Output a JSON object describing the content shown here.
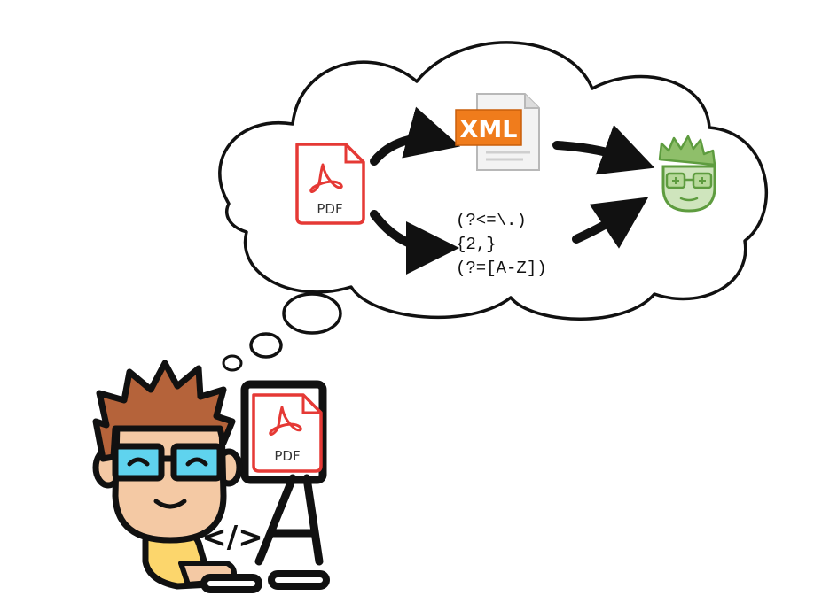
{
  "colors": {
    "pdf_red": "#e53935",
    "xml_orange": "#f07c1c",
    "skin": "#f4c9a4",
    "hair": "#b5633a",
    "glasses_lens": "#5fd3ee",
    "shirt": "#fcd66c",
    "reader_green": "#5e9c3f",
    "outline": "#111111"
  },
  "icons": {
    "pdf_doc": "pdf-document-icon",
    "xml_doc": "xml-document-icon",
    "reader": "reader-face-icon",
    "developer": "developer-avatar-icon",
    "monitor": "computer-monitor-icon",
    "code": "code-brackets-icon"
  },
  "labels": {
    "pdf_cloud": "PDF",
    "xml": "XML",
    "pdf_monitor": "PDF",
    "code_symbol": "</>"
  },
  "regex_lines": [
    "(?<=\\.)",
    "{2,}",
    "(?=[A-Z])"
  ]
}
